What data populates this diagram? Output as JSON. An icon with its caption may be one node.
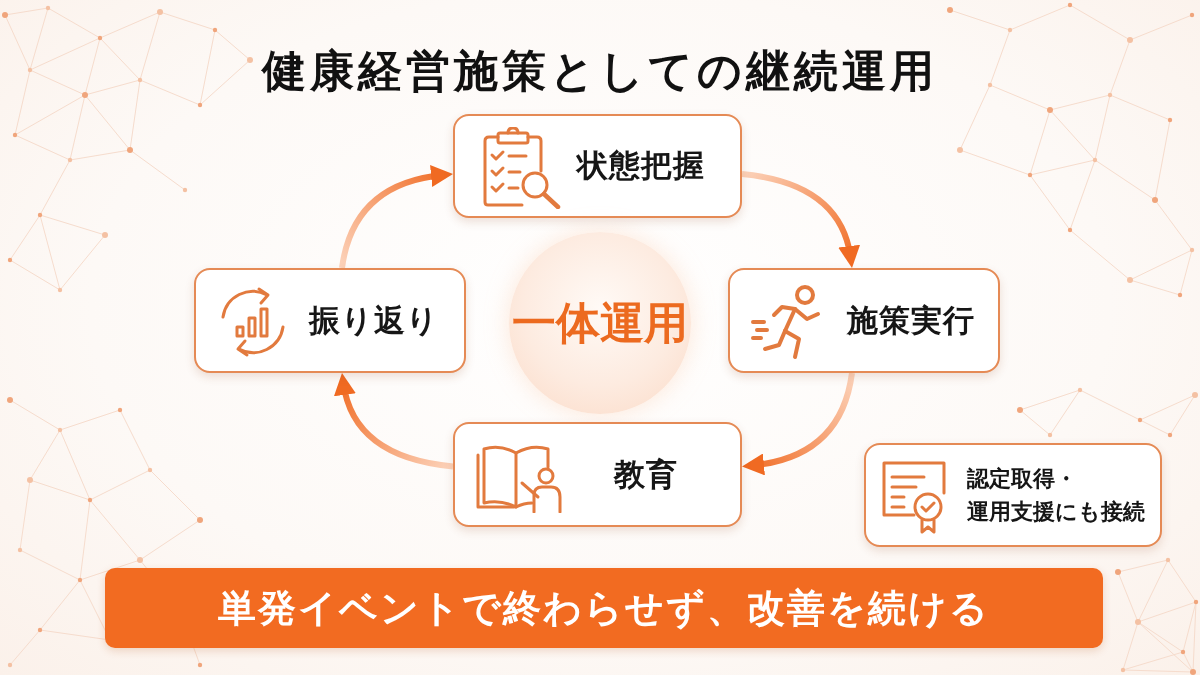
{
  "diagram": {
    "title": "健康経営施策としての継続運用",
    "nodes": [
      {
        "text": [
          "状態把握"
        ]
      },
      {
        "text": [
          "振り返り"
        ]
      },
      {
        "text": [
          "一体運用"
        ]
      },
      {
        "text": [
          "施策実行"
        ]
      },
      {
        "text": [
          "教育"
        ]
      },
      {
        "text": [
          "認定取得・運用支援にも接続"
        ]
      },
      {
        "text": [
          "単発イベントで終わらせず、改善を続ける"
        ]
      }
    ],
    "edges": [
      {
        "from": 0,
        "to": 3,
        "arrow": "to"
      },
      {
        "from": 3,
        "to": 4,
        "arrow": "to"
      },
      {
        "from": 4,
        "to": 1,
        "arrow": "to"
      },
      {
        "from": 1,
        "to": 0,
        "arrow": "to"
      }
    ]
  }
}
